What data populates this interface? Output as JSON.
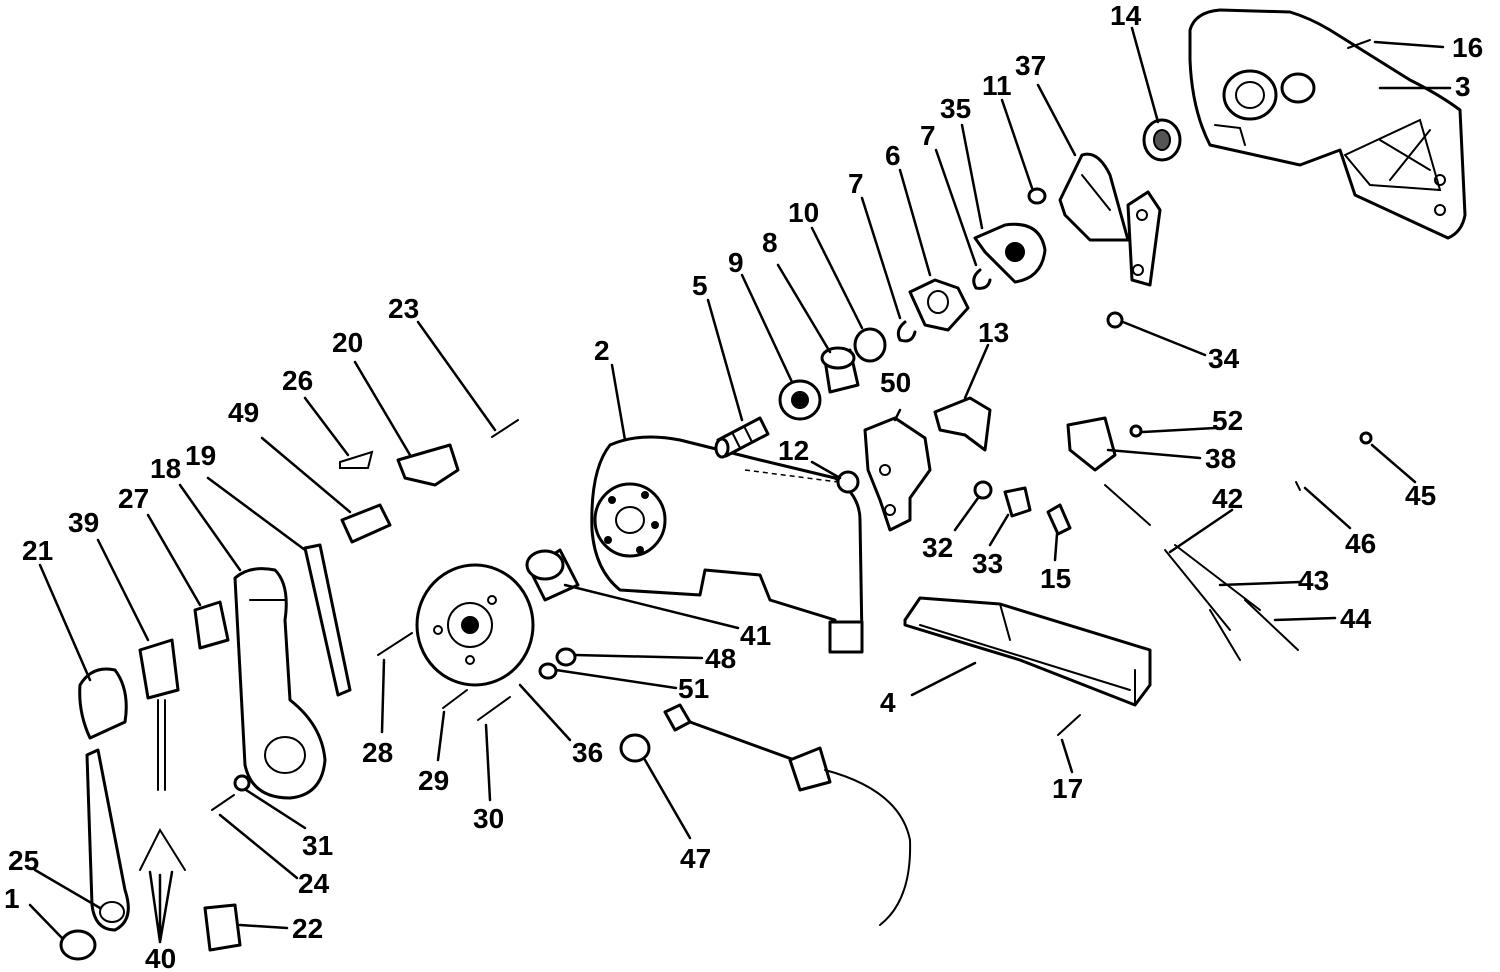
{
  "labels": [
    "1",
    "2",
    "3",
    "4",
    "5",
    "6",
    "7",
    "7",
    "8",
    "9",
    "10",
    "11",
    "12",
    "13",
    "14",
    "15",
    "16",
    "17",
    "18",
    "19",
    "20",
    "21",
    "22",
    "23",
    "24",
    "25",
    "26",
    "27",
    "28",
    "29",
    "30",
    "31",
    "32",
    "33",
    "34",
    "35",
    "36",
    "37",
    "38",
    "39",
    "40",
    "41",
    "42",
    "43",
    "44",
    "45",
    "46",
    "47",
    "48",
    "49",
    "50",
    "51",
    "52"
  ]
}
